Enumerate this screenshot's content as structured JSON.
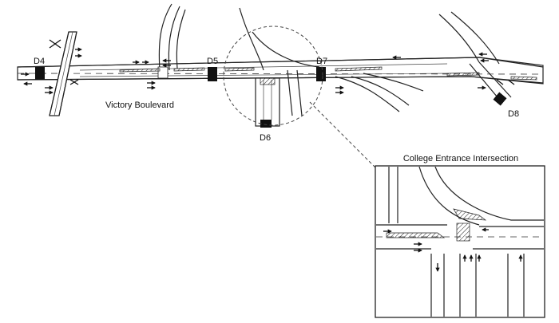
{
  "labels": {
    "d4": "D4",
    "d5": "D5",
    "d6": "D6",
    "d7": "D7",
    "d8": "D8",
    "street": "Victory Boulevard",
    "inset_title": "College Entrance Intersection"
  }
}
